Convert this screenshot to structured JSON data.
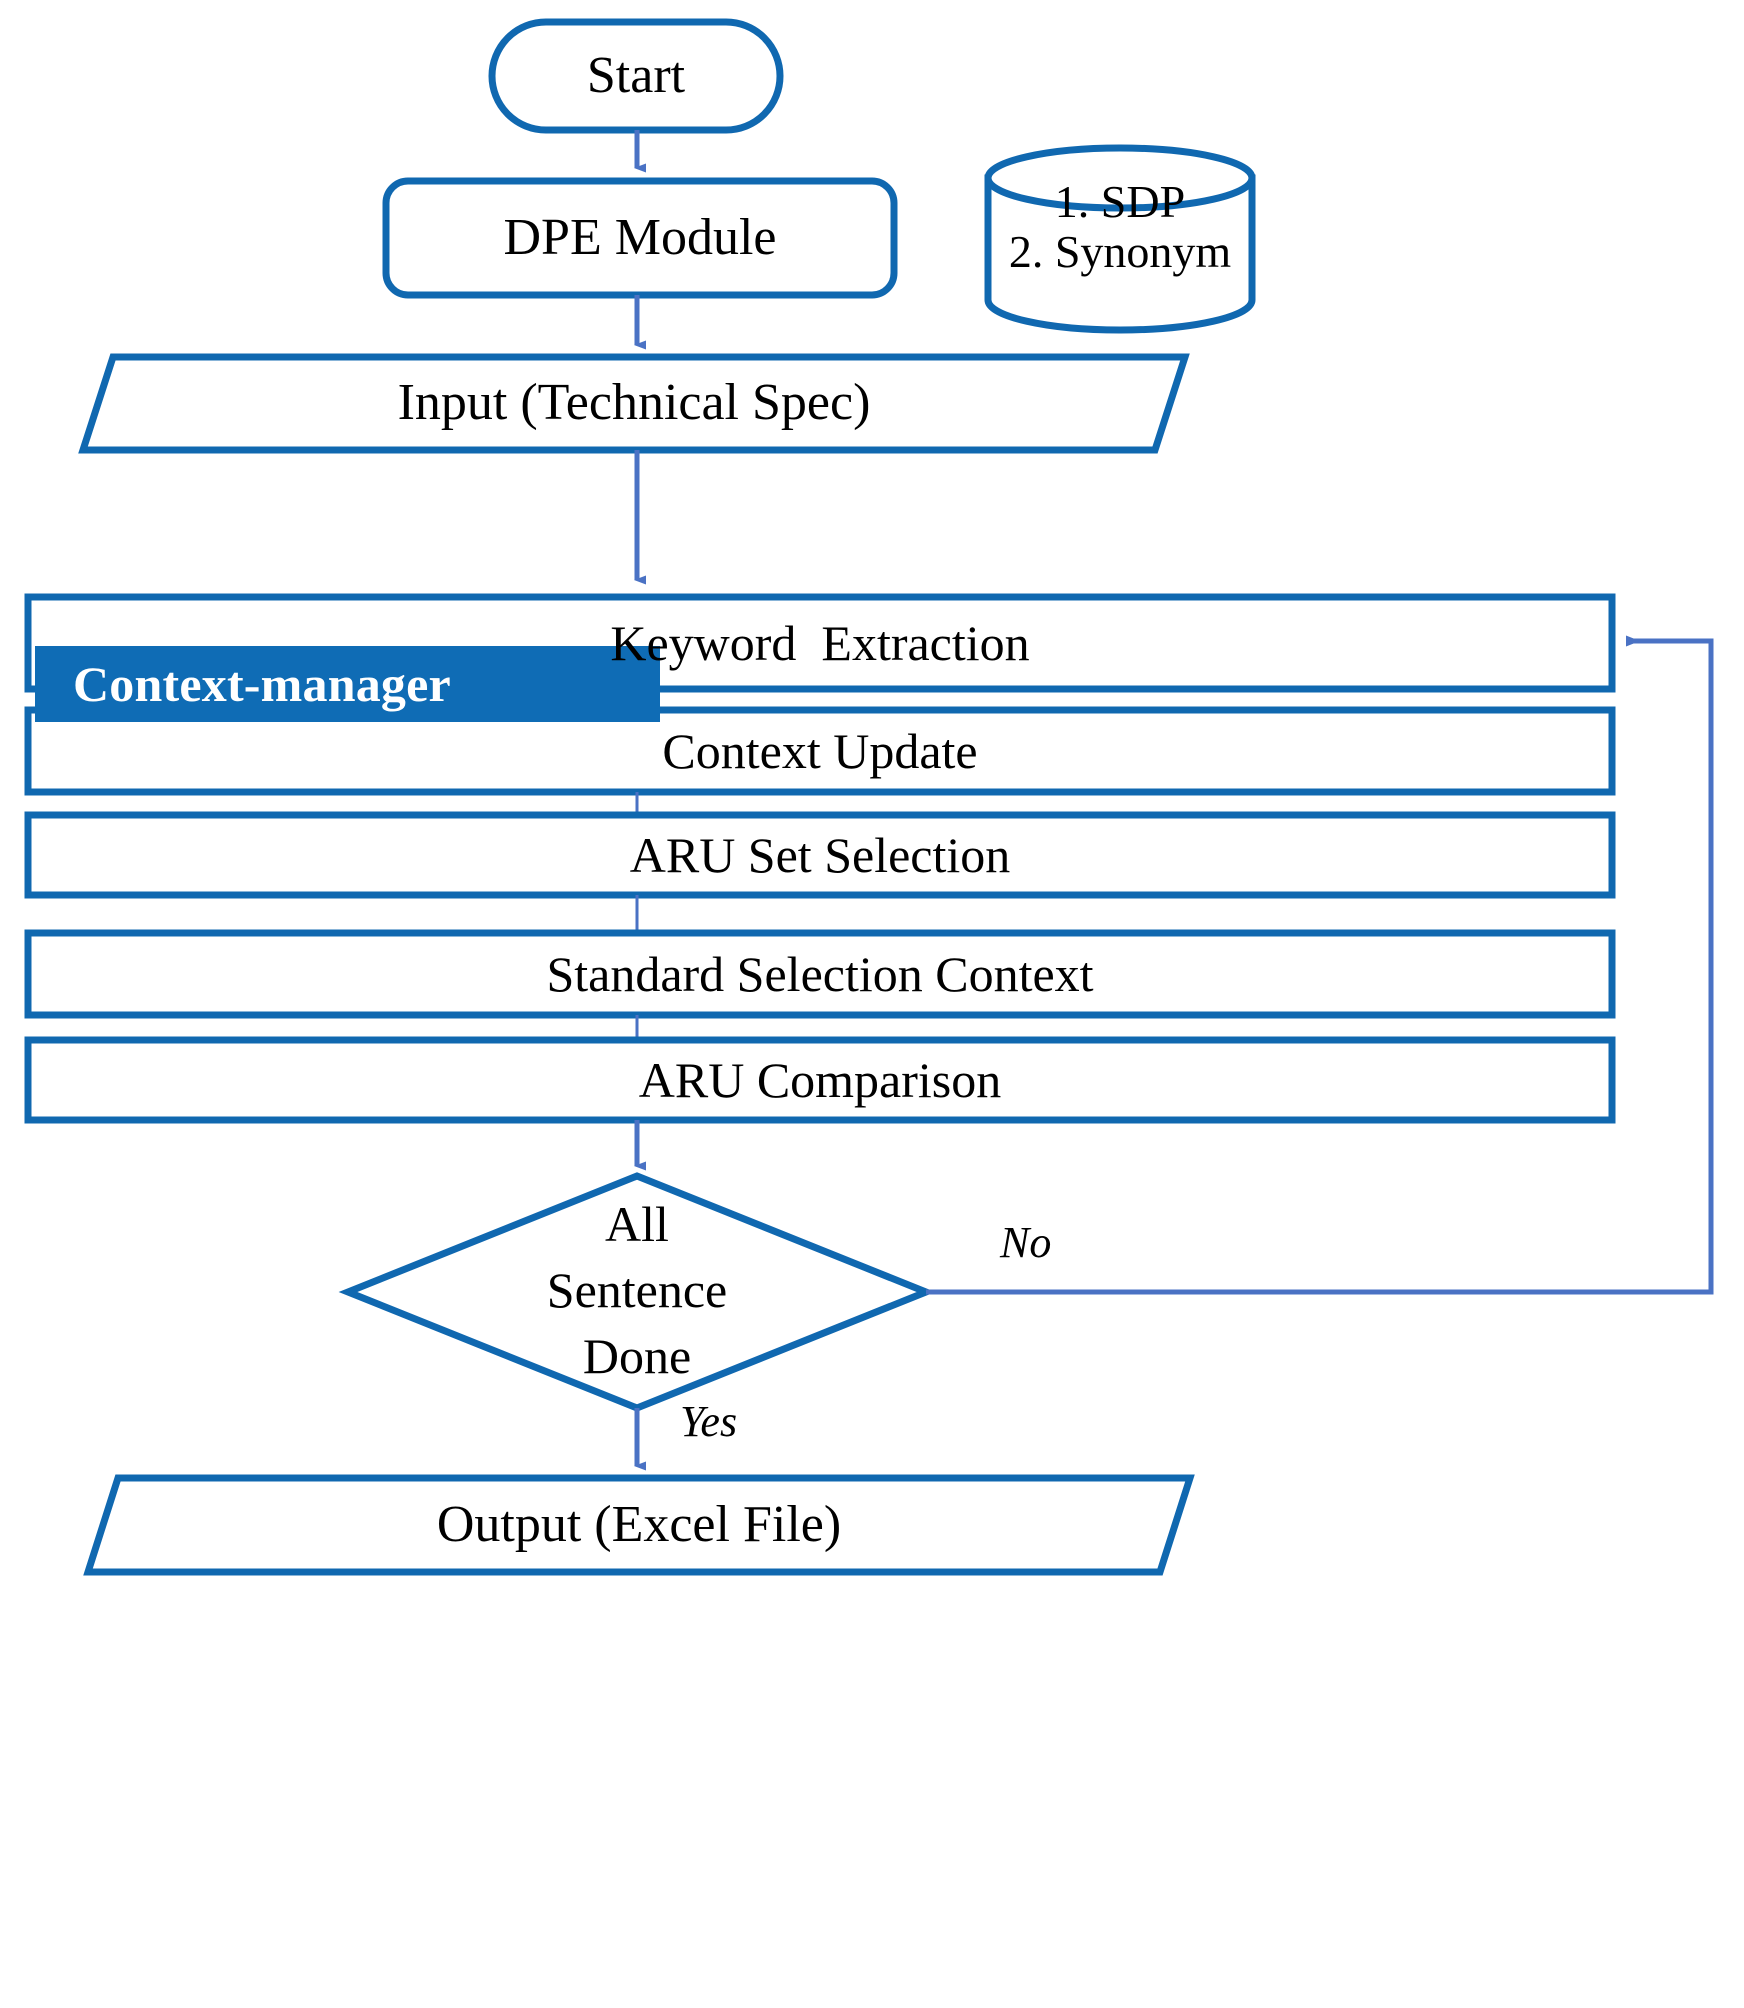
{
  "diagram": {
    "title": "Context-manager flowchart",
    "colors": {
      "shape_stroke": "#1068B0",
      "connector": "#4A72C4",
      "banner_fill": "#0F6CB5",
      "banner_text": "#FFFFFF",
      "label_text": "#000000",
      "background": "#FFFFFF"
    },
    "banner": {
      "label": "Context-manager"
    },
    "nodes": {
      "start": {
        "label": "Start",
        "shape": "terminator"
      },
      "dpe_module": {
        "label": "DPE Module",
        "shape": "rounded-rectangle"
      },
      "database": {
        "shape": "cylinder",
        "line1": "1. SDP",
        "line2": "2. Synonym"
      },
      "input": {
        "label": "Input (Technical Spec)",
        "shape": "parallelogram"
      },
      "keyword_extraction": {
        "label": "Keyword  Extraction",
        "shape": "rectangle"
      },
      "context_update": {
        "label": "Context Update",
        "shape": "rectangle"
      },
      "aru_set_selection": {
        "label": "ARU Set Selection",
        "shape": "rectangle"
      },
      "standard_selection_context": {
        "label": "Standard Selection Context",
        "shape": "rectangle"
      },
      "aru_comparison": {
        "label": "ARU Comparison",
        "shape": "rectangle"
      },
      "decision": {
        "shape": "diamond",
        "line1": "All",
        "line2": "Sentence",
        "line3": "Done"
      },
      "output": {
        "label": "Output (Excel File)",
        "shape": "parallelogram"
      }
    },
    "edges": {
      "no_label": "No",
      "yes_label": "Yes"
    }
  }
}
